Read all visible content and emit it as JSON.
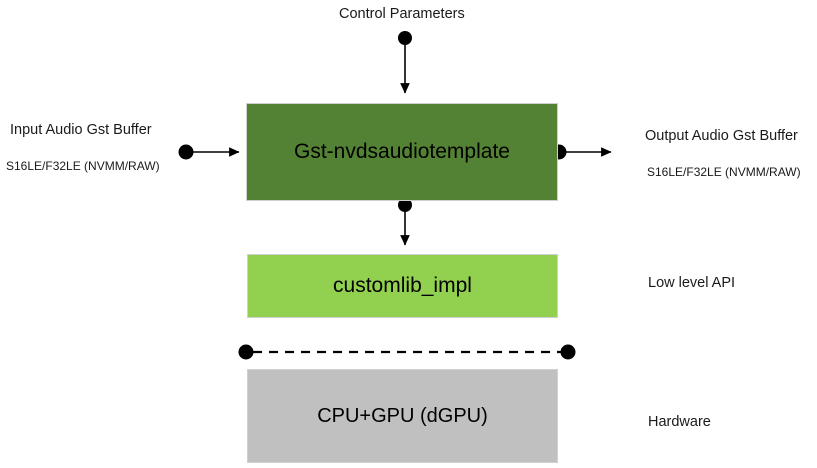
{
  "diagram": {
    "title_context": "Gst-nvdsaudiotemplate pipeline block diagram",
    "background_color": "#ffffff"
  },
  "blocks": [
    {
      "id": "nvdsaudiotemplate",
      "label": "Gst-nvdsaudiotemplate",
      "fill_color": "#548235",
      "text_color": "#000000"
    },
    {
      "id": "customlib",
      "label": "customlib_impl",
      "fill_color": "#92D050",
      "text_color": "#000000"
    },
    {
      "id": "hardware",
      "label": "CPU+GPU (dGPU)",
      "fill_color": "#C0C0C0",
      "text_color": "#000000"
    }
  ],
  "labels": {
    "control_parameters": "Control Parameters",
    "input_title": "Input Audio Gst Buffer",
    "input_formats": "S16LE/F32LE (NVMM/RAW)",
    "output_title": "Output Audio Gst Buffer",
    "output_formats": "S16LE/F32LE (NVMM/RAW)",
    "low_level_api": "Low level API",
    "hardware": "Hardware"
  },
  "connectors": [
    {
      "id": "control-parameters-arrow",
      "name": "control-parameters-down-arrow",
      "style": "solid",
      "direction": "down",
      "from": "Control Parameters",
      "to": "Gst-nvdsaudiotemplate",
      "color": "#000000"
    },
    {
      "id": "input-arrow",
      "name": "input-buffer-right-arrow",
      "style": "solid",
      "direction": "right",
      "from": "Input Audio Gst Buffer",
      "to": "Gst-nvdsaudiotemplate",
      "color": "#000000"
    },
    {
      "id": "output-arrow",
      "name": "output-buffer-right-arrow",
      "style": "solid",
      "direction": "right",
      "from": "Gst-nvdsaudiotemplate",
      "to": "Output Audio Gst Buffer",
      "color": "#000000"
    },
    {
      "id": "template-to-customlib-arrow",
      "name": "template-to-customlib-down-arrow",
      "style": "solid",
      "direction": "down",
      "from": "Gst-nvdsaudiotemplate",
      "to": "customlib_impl",
      "color": "#000000"
    },
    {
      "id": "customlib-to-hardware-link",
      "name": "customlib-to-hardware-dashed-link",
      "style": "dashed",
      "direction": "horizontal",
      "from": "customlib_impl",
      "to": "CPU+GPU (dGPU)",
      "color": "#000000"
    }
  ]
}
